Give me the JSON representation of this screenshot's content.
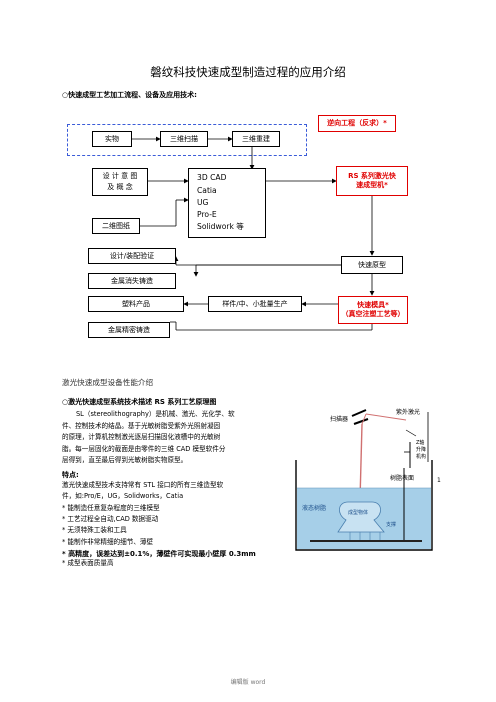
{
  "title": "磐纹科技快速成型制造过程的应用介绍",
  "section1_heading": "○快速成型工艺加工流程、设备及应用技术:",
  "flow": {
    "shiwu": "实物",
    "scan": "三维扫描",
    "rebuild": "三维重建",
    "design_sketch": [
      "设 计 意 图",
      "及 概 念"
    ],
    "drawing2d": "二维图纸",
    "cad_list": [
      "3D CAD",
      "Catia",
      "UG",
      "Pro-E",
      "Solidwork   等"
    ],
    "reverse": "逆向工程（反求）*",
    "rs_machine": [
      "RS 系列激光快",
      "速成型机*"
    ],
    "verify": "设计/装配验证",
    "metal_lost": "金属消失铸造",
    "prototype": "快速原型",
    "plastic": "塑料产品",
    "trial": "样件/中、小批量生产",
    "rapid_mold": [
      "快速模具*",
      "（真空注塑工艺等）"
    ],
    "precision": "金属精密铸造"
  },
  "section2_heading": "激光快速成型设备性能介绍",
  "sla_heading": "○激光快速成型系统技术描述 RS 系列工艺原理图",
  "sla_paragraph": [
    "SL（stereolithography）是机械、激光、光化学、软",
    "件、控制技术的结晶。基于光敏树脂受紫外光照射凝固",
    "的原理，计算机控制激光逐层扫描固化液槽中的光敏树",
    "脂。每一层固化的截面是由零件的三维 CAD 模型软件分",
    "层得到，直至最后得到光敏树脂实物原型。"
  ],
  "features_heading": "特点:",
  "features_intro": [
    "激光快速成型技术支持常有 STL 接口的所有三维造型软",
    "件，如:Pro/E，UG，Solidworks，Catia"
  ],
  "bullets": [
    "* 能制造任意复杂程度的三维模型",
    "* 工艺过程全自动,CAD 数据驱动",
    "* 无须特殊工装和工具",
    "* 能制作非常精细的细节、薄壁"
  ],
  "precision_line": "* 高精度，误差达到±0.1%，薄壁件可实现最小壁厚 0.3mm",
  "last_bullet": "* 成型表面质量高",
  "diagram": {
    "uv_laser": "紫外激光",
    "scanner": "扫描器",
    "z_axis": [
      "Z轴",
      "升降",
      "机构"
    ],
    "resin_surface": "树脂表面",
    "resin": "液态树脂",
    "part": "成型物体",
    "support": "支撑",
    "side_mark": "1"
  },
  "footer": "编辑版 word"
}
